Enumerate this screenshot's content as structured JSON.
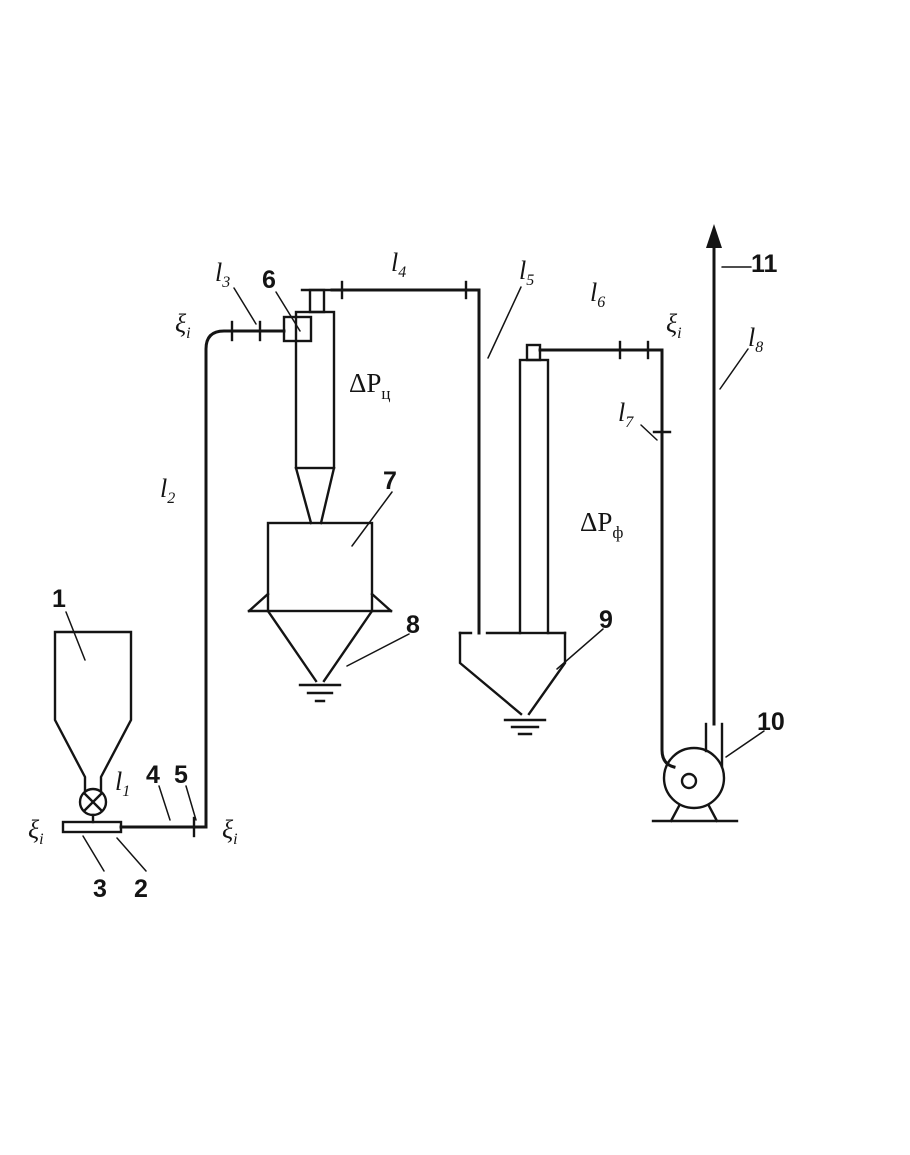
{
  "figure": {
    "background": "#ffffff",
    "line_color": "#141414"
  },
  "labels": {
    "num_1": "1",
    "num_2": "2",
    "num_3": "3",
    "num_4": "4",
    "num_5": "5",
    "num_6": "6",
    "num_7": "7",
    "num_8": "8",
    "num_9": "9",
    "num_10": "10",
    "num_11": "11",
    "len_1": {
      "main": "l",
      "sub": "1"
    },
    "len_2": {
      "main": "l",
      "sub": "2"
    },
    "len_3": {
      "main": "l",
      "sub": "3"
    },
    "len_4": {
      "main": "l",
      "sub": "4"
    },
    "len_5": {
      "main": "l",
      "sub": "5"
    },
    "len_6": {
      "main": "l",
      "sub": "6"
    },
    "len_7": {
      "main": "l",
      "sub": "7"
    },
    "len_8": {
      "main": "l",
      "sub": "8"
    },
    "xi_bottom_left": {
      "main": "ξ",
      "sub": "i"
    },
    "xi_bottom_right": {
      "main": "ξ",
      "sub": "i"
    },
    "xi_top_left": {
      "main": "ξ",
      "sub": "i"
    },
    "xi_top_right": {
      "main": "ξ",
      "sub": "i"
    },
    "dp_cyclone": {
      "main": "ΔP",
      "sub": "ц"
    },
    "dp_filter": {
      "main": "ΔP",
      "sub": "ф"
    }
  }
}
